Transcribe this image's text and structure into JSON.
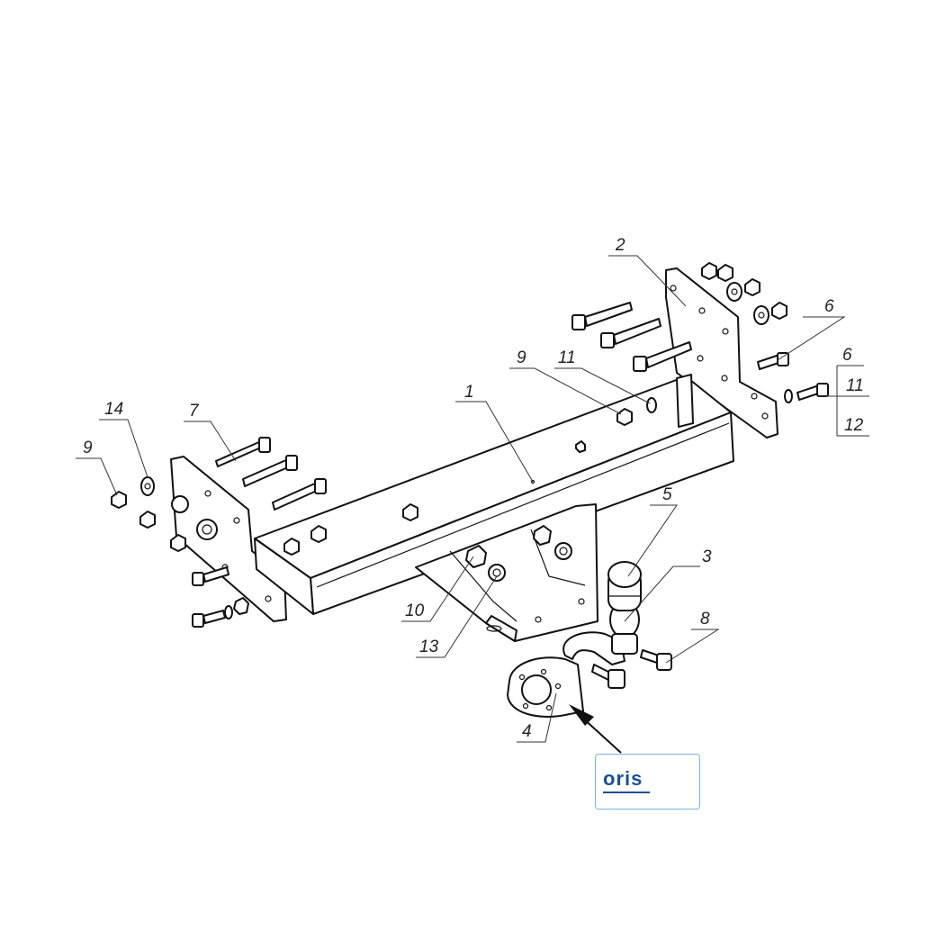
{
  "callouts": [
    {
      "id": "c1",
      "text": "1"
    },
    {
      "id": "c2",
      "text": "2"
    },
    {
      "id": "c3",
      "text": "3"
    },
    {
      "id": "c4",
      "text": "4"
    },
    {
      "id": "c5",
      "text": "5"
    },
    {
      "id": "c6a",
      "text": "6"
    },
    {
      "id": "c6b",
      "text": "6"
    },
    {
      "id": "c7",
      "text": "7"
    },
    {
      "id": "c8",
      "text": "8"
    },
    {
      "id": "c9a",
      "text": "9"
    },
    {
      "id": "c9b",
      "text": "9"
    },
    {
      "id": "c10",
      "text": "10"
    },
    {
      "id": "c11a",
      "text": "11"
    },
    {
      "id": "c11b",
      "text": "11"
    },
    {
      "id": "c12",
      "text": "12"
    },
    {
      "id": "c13",
      "text": "13"
    },
    {
      "id": "c14",
      "text": "14"
    }
  ],
  "badge": {
    "logo": "oris",
    "border_color": "#7bb2dd",
    "logo_color": "#1b4f93"
  }
}
